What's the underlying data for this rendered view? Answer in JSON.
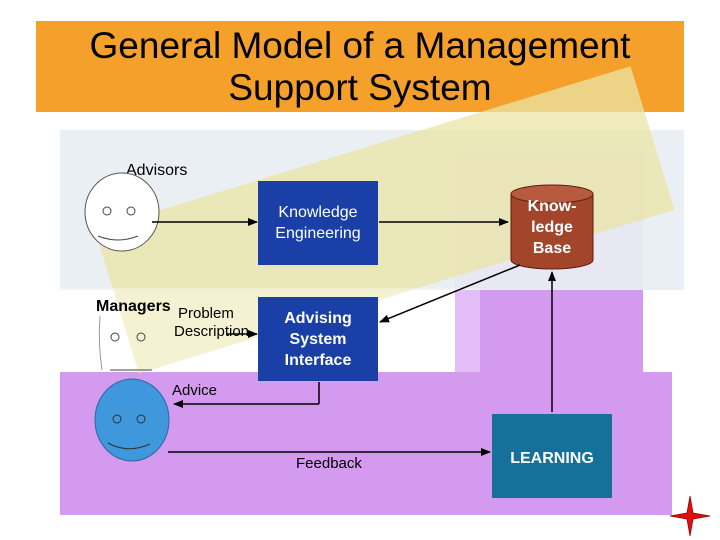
{
  "title": {
    "line1": "General Model of a Management",
    "line2": "Support System"
  },
  "actors": {
    "advisors": "Advisors",
    "managers": "Managers"
  },
  "boxes": {
    "knowledge_engineering": [
      "Knowledge",
      "Engineering"
    ],
    "advising_interface": [
      "Advising",
      "System",
      "Interface"
    ],
    "knowledge_base": [
      "Know-",
      "ledge",
      "Base"
    ],
    "learning": "LEARNING"
  },
  "edge_labels": {
    "problem": "Problem",
    "description": "Description",
    "advice": "Advice",
    "feedback": "Feedback"
  },
  "colors": {
    "title_band": "#f5a02a",
    "box_blue": "#1a3fa6",
    "learning_box": "#16709a",
    "knowledge_base": "#a3452b",
    "manager_face": "#3f97dc",
    "background_purple": "#d49af0",
    "background_yellow": "#e9e4a6"
  },
  "corner_icon": "red-compass-star-icon"
}
